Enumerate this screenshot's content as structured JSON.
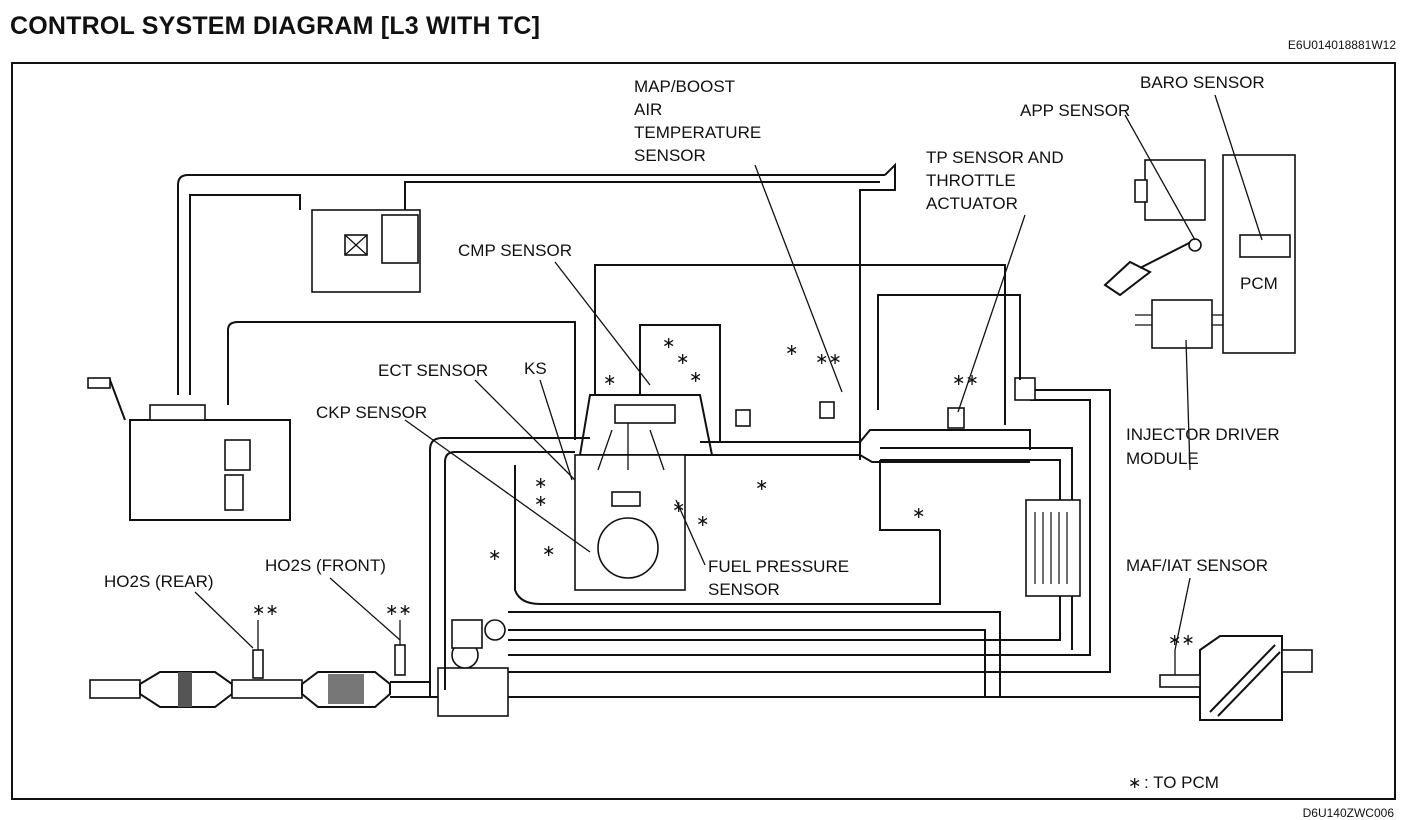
{
  "header": {
    "title": "CONTROL SYSTEM DIAGRAM [L3 WITH TC]",
    "code_top": "E6U014018881W12",
    "code_bottom": "D6U140ZWC006"
  },
  "labels": {
    "map_boost": [
      "MAP/BOOST",
      "AIR",
      "TEMPERATURE",
      "SENSOR"
    ],
    "baro": "BARO SENSOR",
    "app": "APP SENSOR",
    "tp": [
      "TP SENSOR AND",
      "THROTTLE",
      "ACTUATOR"
    ],
    "cmp": "CMP SENSOR",
    "pcm": "PCM",
    "ect": "ECT SENSOR",
    "ks": "KS",
    "ckp": "CKP SENSOR",
    "injector": [
      "INJECTOR DRIVER",
      "MODULE"
    ],
    "fuel_pressure": [
      "FUEL PRESSURE",
      "SENSOR"
    ],
    "ho2s_front": "HO2S (FRONT)",
    "ho2s_rear": "HO2S (REAR)",
    "maf_iat": "MAF/IAT SENSOR"
  },
  "legend": {
    "symbol": "∗",
    "text": ": TO PCM"
  }
}
